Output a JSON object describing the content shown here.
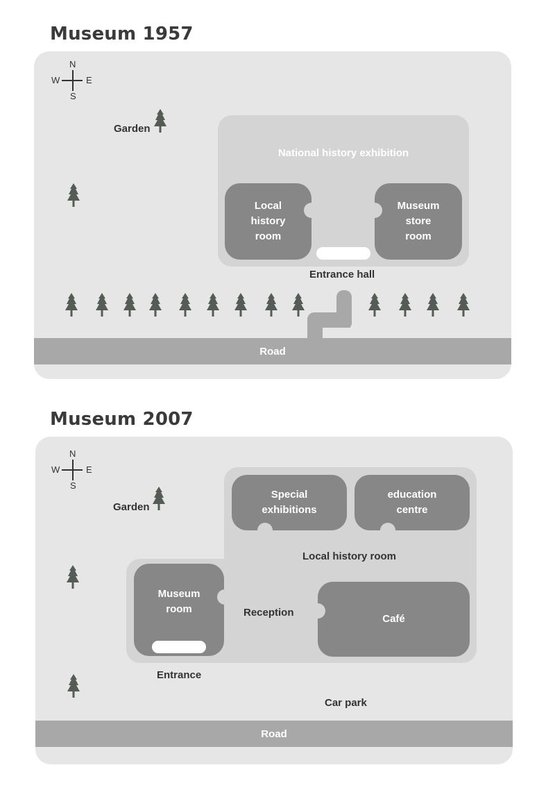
{
  "maps": [
    {
      "title": "Museum 1957",
      "road": "Road",
      "compass": {
        "n": "N",
        "s": "S",
        "e": "E",
        "w": "W"
      },
      "garden": "Garden",
      "exhibition": "National history exhibition",
      "entrance_hall": "Entrance hall",
      "rooms": {
        "local_history": "Local\nhistory\nroom",
        "museum_store": "Museum\nstore\nroom"
      }
    },
    {
      "title": "Museum 2007",
      "road": "Road",
      "compass": {
        "n": "N",
        "s": "S",
        "e": "E",
        "w": "W"
      },
      "garden": "Garden",
      "local_history": "Local history room",
      "reception": "Reception",
      "entrance": "Entrance",
      "car_park": "Car park",
      "rooms": {
        "special": "Special\nexhibitions",
        "education": "education\ncentre",
        "museum_room": "Museum\nroom",
        "cafe": "Café"
      }
    }
  ],
  "colors": {
    "panel": "#e6e6e6",
    "zone": "#d4d4d4",
    "room": "#878787",
    "road": "#a8a8a8",
    "tree": "#555c55"
  }
}
